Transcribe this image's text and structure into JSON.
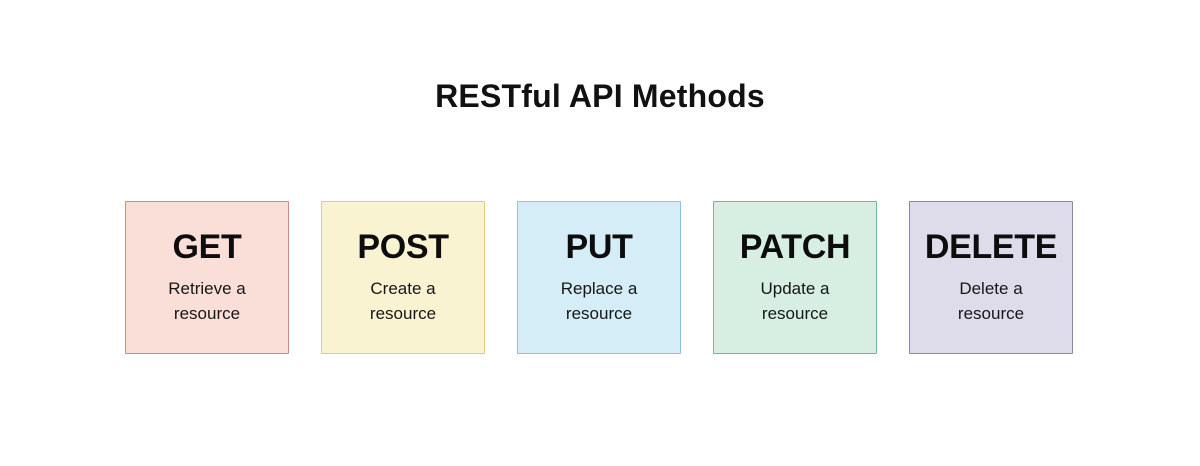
{
  "page": {
    "title": "RESTful API Methods",
    "background_color": "#ffffff"
  },
  "diagram_data": {
    "type": "card-row",
    "title": "RESTful API Methods",
    "card_count": 5,
    "cards": [
      {
        "method": "GET",
        "description": "Retrieve a resource",
        "description_line1": "Retrieve a",
        "description_line2": "resource",
        "fill_color": "#fadfd9",
        "border_color": "#c98d85"
      },
      {
        "method": "POST",
        "description": "Create a resource",
        "description_line1": "Create a",
        "description_line2": "resource",
        "fill_color": "#faf3d2",
        "border_color": "#ddd07a"
      },
      {
        "method": "PUT",
        "description": "Replace a resource",
        "description_line1": "Replace a",
        "description_line2": "resource",
        "fill_color": "#d4edf7",
        "border_color": "#8fc4d8"
      },
      {
        "method": "PATCH",
        "description": "Update a resource",
        "description_line1": "Update a",
        "description_line2": "resource",
        "fill_color": "#d6efe2",
        "border_color": "#73b794"
      },
      {
        "method": "DELETE",
        "description": "Delete a resource",
        "description_line1": "Delete a",
        "description_line2": "resource",
        "fill_color": "#dedcea",
        "border_color": "#8a87a3"
      }
    ]
  }
}
